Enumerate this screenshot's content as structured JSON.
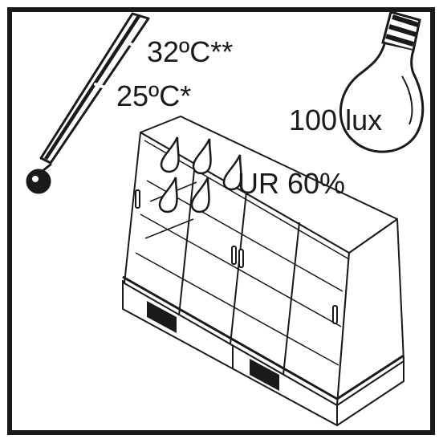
{
  "labels": {
    "temp_high": "32ºC**",
    "temp_low": "25ºC*",
    "light": "100 lux",
    "humidity": "UR 60%"
  },
  "icons": [
    "thermometer-icon",
    "light-bulb-icon",
    "water-drop-icon",
    "display-cabinet-icon"
  ],
  "colors": {
    "ink": "#1a1a1a",
    "background": "#ffffff",
    "mercury": "#1a1a1a"
  }
}
